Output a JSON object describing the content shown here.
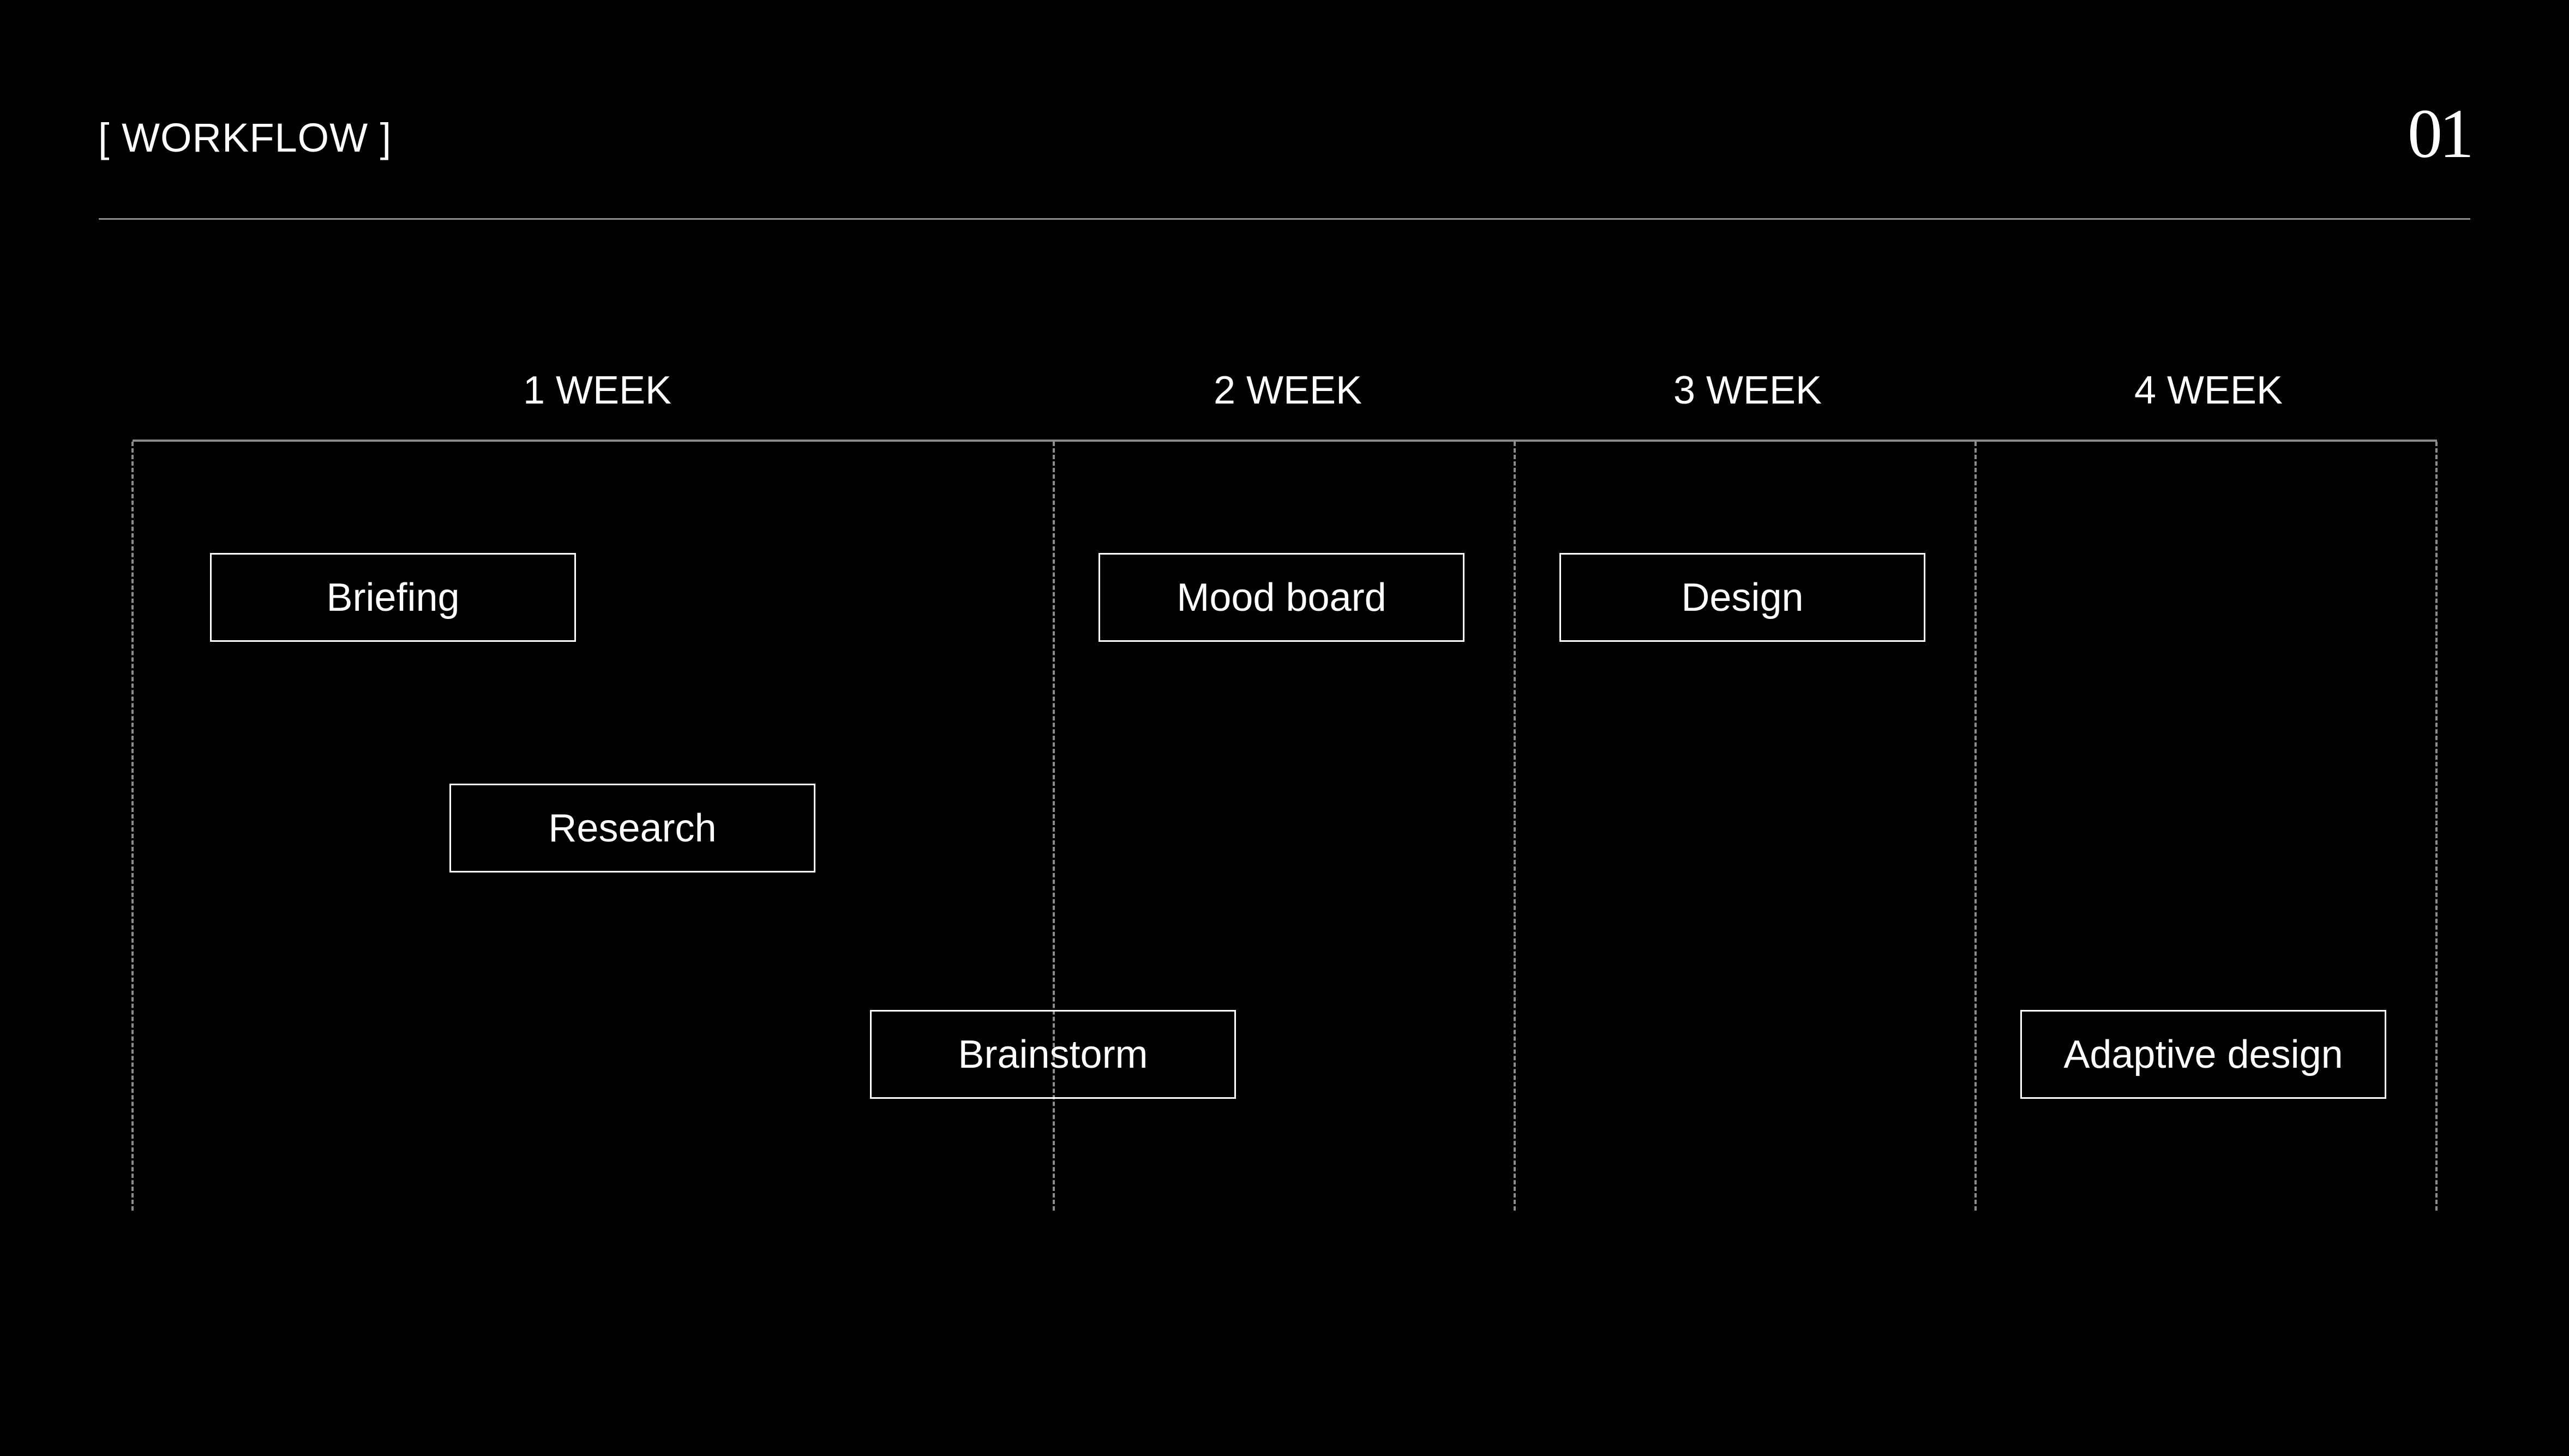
{
  "header": {
    "title": "[ WORKFLOW ]",
    "page_number": "01"
  },
  "timeline": {
    "weeks": [
      "1 WEEK",
      "2 WEEK",
      "3 WEEK",
      "4 WEEK"
    ]
  },
  "tasks": [
    {
      "label": "Briefing",
      "week": "1 WEEK"
    },
    {
      "label": "Research",
      "week": "1 WEEK"
    },
    {
      "label": "Brainstorm",
      "week": "1 WEEK / 2 WEEK"
    },
    {
      "label": "Mood board",
      "week": "2 WEEK"
    },
    {
      "label": "Design",
      "week": "3 WEEK"
    },
    {
      "label": "Adaptive design",
      "week": "4 WEEK"
    }
  ],
  "colors": {
    "background": "#000000",
    "foreground": "#ffffff",
    "rule": "#8c8c8c"
  }
}
